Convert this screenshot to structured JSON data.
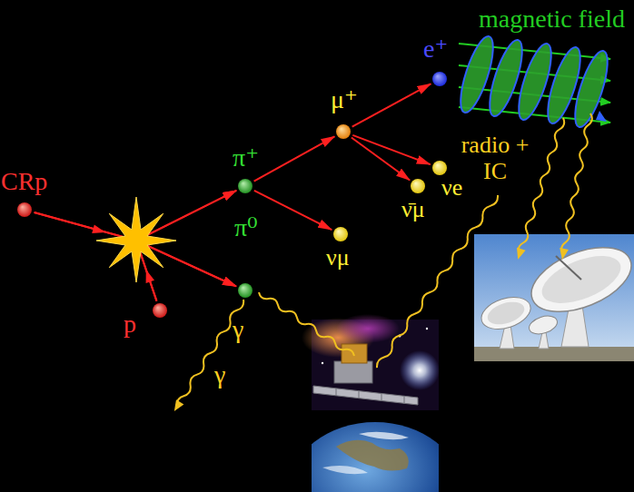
{
  "diagram": {
    "nodes": [
      {
        "text": [
          "CRp"
        ]
      },
      {
        "text": [
          "p"
        ]
      },
      {
        "text": [
          "π⁺"
        ]
      },
      {
        "text": [
          "π⁰"
        ]
      },
      {
        "text": [
          "μ⁺"
        ]
      },
      {
        "text": [
          "νμ"
        ]
      },
      {
        "text": [
          "e⁺"
        ]
      },
      {
        "text": [
          "ν̄μ"
        ]
      },
      {
        "text": [
          "νe"
        ]
      }
    ],
    "edges": [
      {
        "from": 0,
        "to": 2,
        "arrow": "to"
      },
      {
        "from": 0,
        "to": 3,
        "arrow": "to"
      },
      {
        "from": 1,
        "to": 2,
        "arrow": "to"
      },
      {
        "from": 1,
        "to": 3,
        "arrow": "to"
      },
      {
        "from": 2,
        "to": 4,
        "arrow": "to"
      },
      {
        "from": 2,
        "to": 5,
        "arrow": "to"
      },
      {
        "from": 4,
        "to": 6,
        "arrow": "to"
      },
      {
        "from": 4,
        "to": 7,
        "arrow": "to"
      },
      {
        "from": 4,
        "to": 8,
        "arrow": "to"
      }
    ],
    "labels": [
      "magnetic field",
      "radio + IC",
      "γ",
      "γ"
    ]
  }
}
